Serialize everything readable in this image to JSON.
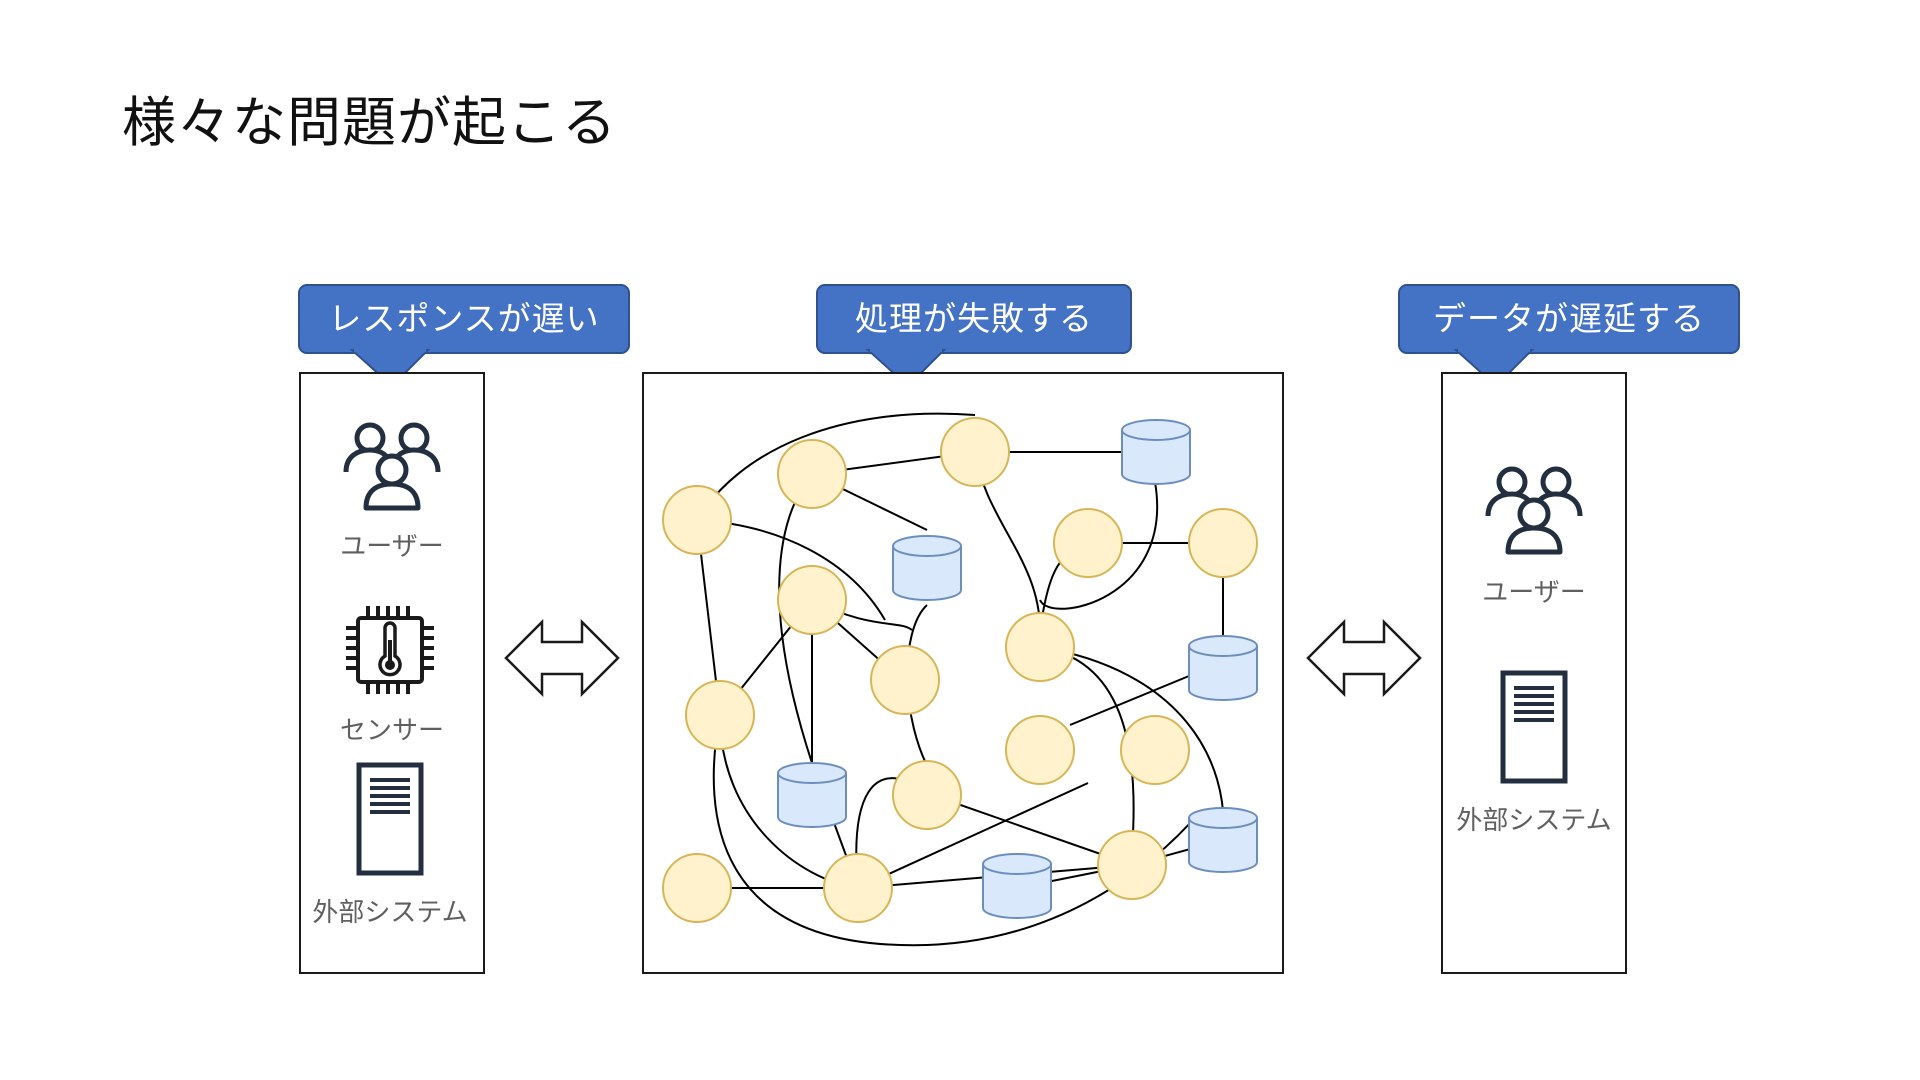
{
  "slide": {
    "title": "様々な問題が起こる"
  },
  "callouts": {
    "left": "レスポンスが遅い",
    "center": "処理が失敗する",
    "right": "データが遅延する"
  },
  "left_panel": {
    "users_label": "ユーザー",
    "sensor_label": "センサー",
    "external_label": "外部システム"
  },
  "right_panel": {
    "users_label": "ユーザー",
    "external_label": "外部システム"
  },
  "colors": {
    "callout_fill": "#4472c4",
    "callout_border": "#2f528f",
    "node_fill": "#fff2cc",
    "node_stroke": "#d6b656",
    "db_fill": "#dae8fc",
    "db_stroke": "#6c8ebf",
    "icon": "#232f3e"
  },
  "icons": {
    "users": "users-icon",
    "sensor": "thermometer-chip-icon",
    "external_system": "server-icon",
    "bidirectional_arrow": "double-arrow-icon"
  }
}
